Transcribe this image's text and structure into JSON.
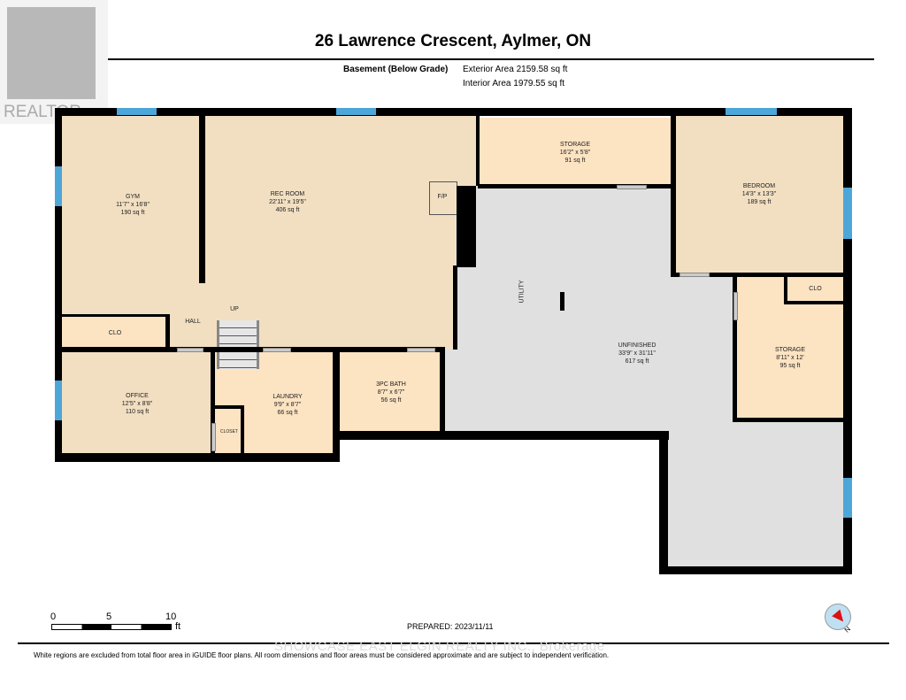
{
  "header": {
    "title": "26 Lawrence Crescent, Aylmer, ON",
    "level": "Basement (Below Grade)",
    "exterior_area": "Exterior Area 2159.58 sq ft",
    "interior_area": "Interior Area 1979.55 sq ft"
  },
  "logo": {
    "text": "REALTOR"
  },
  "rooms": {
    "gym": {
      "name": "GYM",
      "dims": "11'7\" x 16'8\"",
      "area": "190 sq ft"
    },
    "rec": {
      "name": "REC ROOM",
      "dims": "22'11\" x 19'5\"",
      "area": "406 sq ft"
    },
    "fp": {
      "name": "F/P"
    },
    "storage1": {
      "name": "STORAGE",
      "dims": "16'2\" x 5'8\"",
      "area": "91 sq ft"
    },
    "bedroom": {
      "name": "BEDROOM",
      "dims": "14'3\" x 13'3\"",
      "area": "189 sq ft"
    },
    "clo1": {
      "name": "CLO"
    },
    "clo2": {
      "name": "CLO"
    },
    "hall": {
      "name": "HALL"
    },
    "up": {
      "name": "UP"
    },
    "utility": {
      "name": "UTILITY"
    },
    "unfinished": {
      "name": "UNFINISHED",
      "dims": "33'9\" x 31'11\"",
      "area": "617 sq ft"
    },
    "storage2": {
      "name": "STORAGE",
      "dims": "8'11\" x 12'",
      "area": "95 sq ft"
    },
    "office": {
      "name": "OFFICE",
      "dims": "12'5\" x 8'8\"",
      "area": "110 sq ft"
    },
    "laundry": {
      "name": "LAUNDRY",
      "dims": "9'9\" x 8'7\"",
      "area": "66 sq ft"
    },
    "closet": {
      "name": "CLOSET"
    },
    "bath": {
      "name": "3PC BATH",
      "dims": "8'7\" x 6'7\"",
      "area": "56 sq ft"
    }
  },
  "scale": {
    "t0": "0",
    "t5": "5",
    "t10": "10",
    "unit": "ft"
  },
  "prepared": "PREPARED: 2023/11/11",
  "watermark": "SHOWCASE EAST ELGIN REALTY INC., Brokerage",
  "compass": {
    "label": "N"
  },
  "disclaimer": "White regions are excluded from total floor area in iGUIDE floor plans. All room dimensions and floor areas must be considered approximate and are subject to independent verification.",
  "colors": {
    "room": "#f2dfc2",
    "room_light": "#fce3c2",
    "unfinished": "#e0e0e0",
    "window": "#4da6d8",
    "wall": "#000000"
  }
}
